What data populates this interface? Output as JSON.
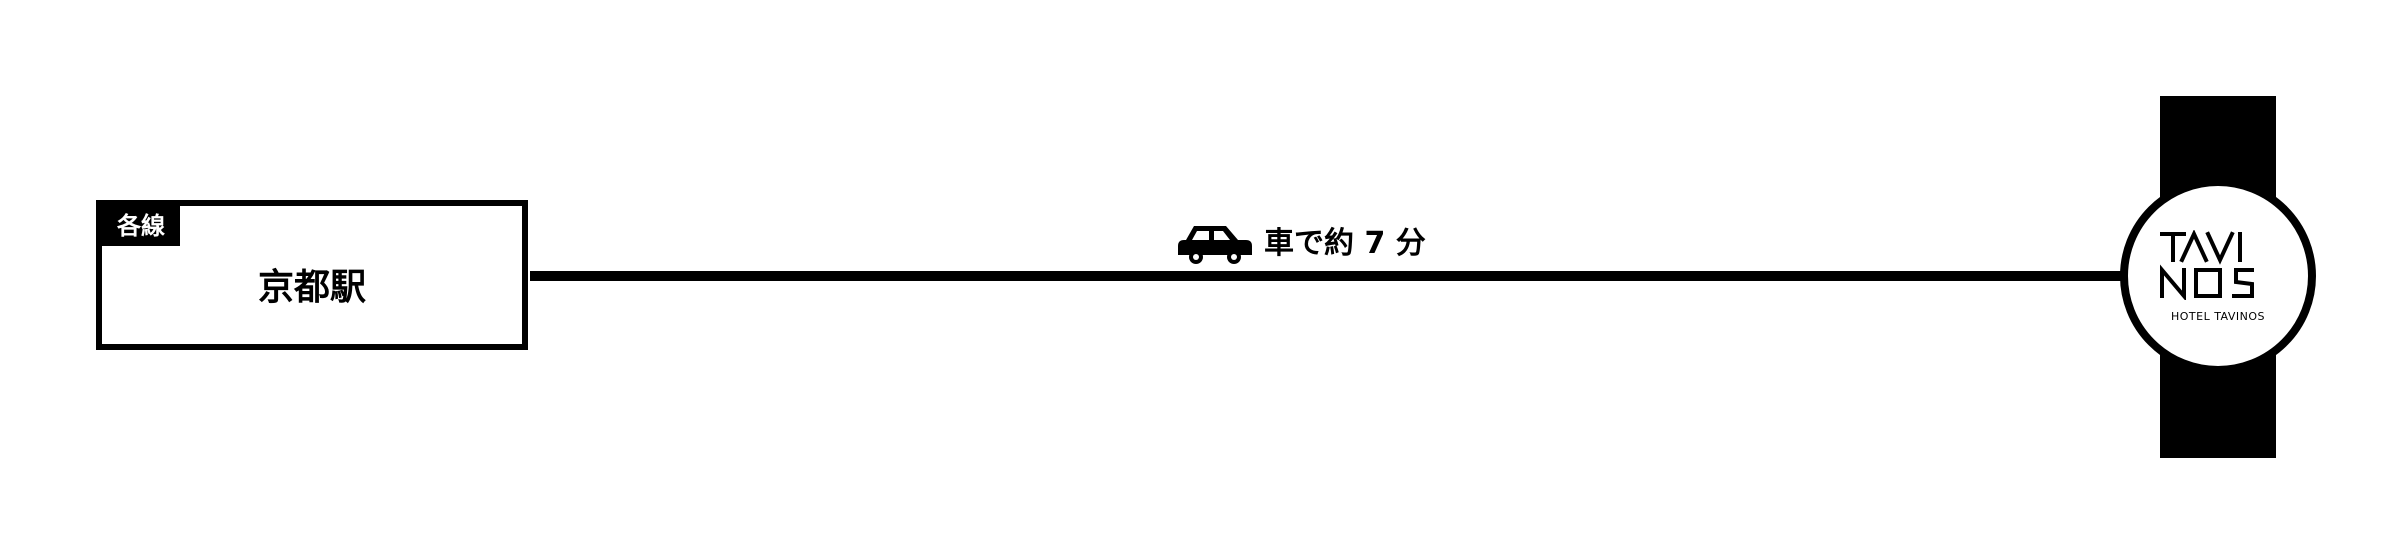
{
  "station": {
    "tag": "各線",
    "name": "京都駅"
  },
  "transit": {
    "icon": "car-icon",
    "label": "車で約 7 分"
  },
  "hotel": {
    "logo_text": "TAVINOS",
    "subname": "HOTEL TAVINOS"
  },
  "colors": {
    "line": "#000000",
    "background": "#ffffff"
  }
}
